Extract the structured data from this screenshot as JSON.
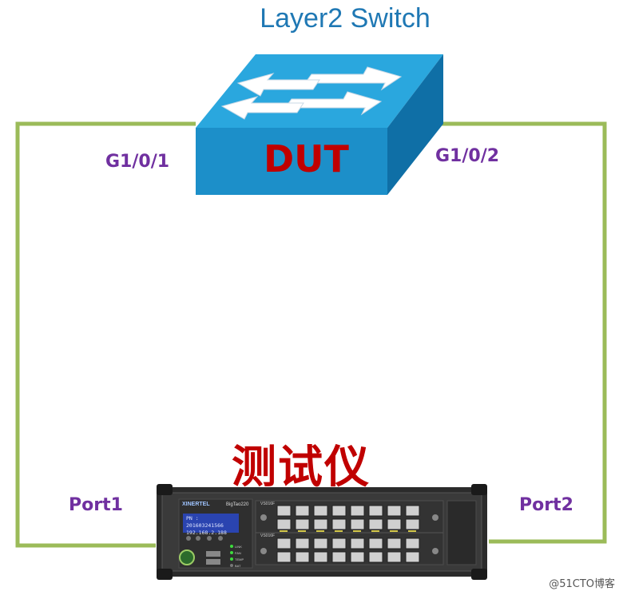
{
  "title": "Layer2 Switch",
  "dut": {
    "label": "DUT",
    "left_port": "G1/0/1",
    "right_port": "G1/0/2"
  },
  "tester": {
    "label": "测试仪",
    "left_port": "Port1",
    "right_port": "Port2",
    "brand": "XINERTEL",
    "model": "BigTao220",
    "lcd_line1": "PN : 201603241566",
    "lcd_line2": "192.168.2.188",
    "module_top": "VS016F",
    "module_bottom": "VS016F",
    "led_labels": [
      "LINK",
      "FAN",
      "TEMP",
      "BAT"
    ]
  },
  "watermark": "@51CTO博客",
  "colors": {
    "link": "#9bbb59",
    "switch_top": "#2aa7de",
    "switch_front": "#1c8fc9",
    "switch_side": "#0f6fa6",
    "title": "#1f78b4",
    "label": "#7030a0",
    "accent": "#c00000"
  }
}
